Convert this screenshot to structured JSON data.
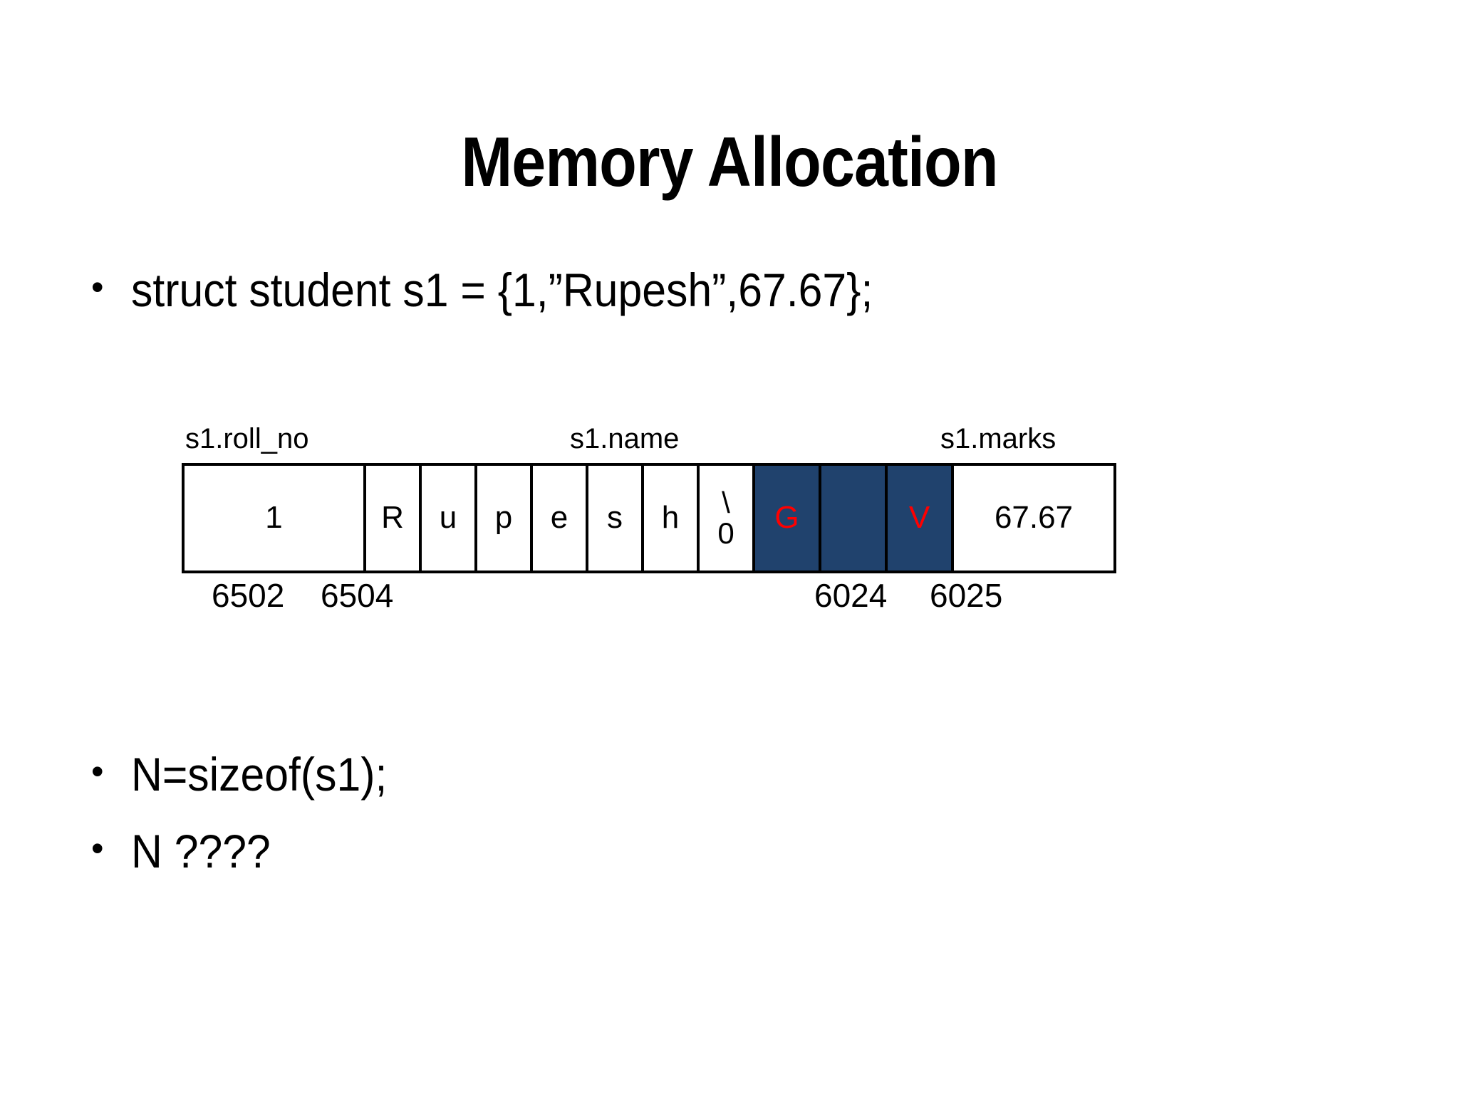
{
  "slide": {
    "title": "Memory Allocation",
    "bullet_marker": "•",
    "bullets": [
      {
        "id": "struct-decl",
        "text": "struct student s1 = {1,”Rupesh”,67.67};"
      },
      {
        "id": "sizeof-stmt",
        "text": "N=sizeof(s1);"
      },
      {
        "id": "question",
        "text": "N ????"
      }
    ]
  },
  "memory_diagram": {
    "headers": [
      {
        "id": "roll",
        "label": "s1.roll_no"
      },
      {
        "id": "name",
        "label": "s1.name"
      },
      {
        "id": "marks",
        "label": "s1.marks"
      }
    ],
    "cells": [
      {
        "id": "roll-no-value",
        "value": "1",
        "kind": "int",
        "highlighted": false
      },
      {
        "id": "name-char-0",
        "value": "R",
        "kind": "char",
        "highlighted": false
      },
      {
        "id": "name-char-1",
        "value": "u",
        "kind": "char",
        "highlighted": false
      },
      {
        "id": "name-char-2",
        "value": "p",
        "kind": "char",
        "highlighted": false
      },
      {
        "id": "name-char-3",
        "value": "e",
        "kind": "char",
        "highlighted": false
      },
      {
        "id": "name-char-4",
        "value": "s",
        "kind": "char",
        "highlighted": false
      },
      {
        "id": "name-char-5",
        "value": "h",
        "kind": "char",
        "highlighted": false
      },
      {
        "id": "name-char-6",
        "value_line1": "\\",
        "value_line2": "0",
        "kind": "null",
        "highlighted": false
      },
      {
        "id": "name-char-7",
        "value": "G",
        "kind": "char",
        "highlighted": true
      },
      {
        "id": "name-char-8",
        "value": "",
        "kind": "char",
        "highlighted": true
      },
      {
        "id": "name-char-9",
        "value": "V",
        "kind": "char",
        "highlighted": true
      },
      {
        "id": "marks-value",
        "value": "67.67",
        "kind": "float",
        "highlighted": false
      }
    ],
    "addresses": [
      {
        "id": "addr-roll-start",
        "value": "6502"
      },
      {
        "id": "addr-name-start",
        "value": "6504"
      },
      {
        "id": "addr-name-end",
        "value": "6024"
      },
      {
        "id": "addr-marks-start",
        "value": "6025"
      }
    ],
    "colors": {
      "highlight_fill": "#20426D",
      "highlight_text": "#FF0000",
      "border": "#000000",
      "cell_fill": "#FFFFFF",
      "text": "#000000"
    }
  }
}
